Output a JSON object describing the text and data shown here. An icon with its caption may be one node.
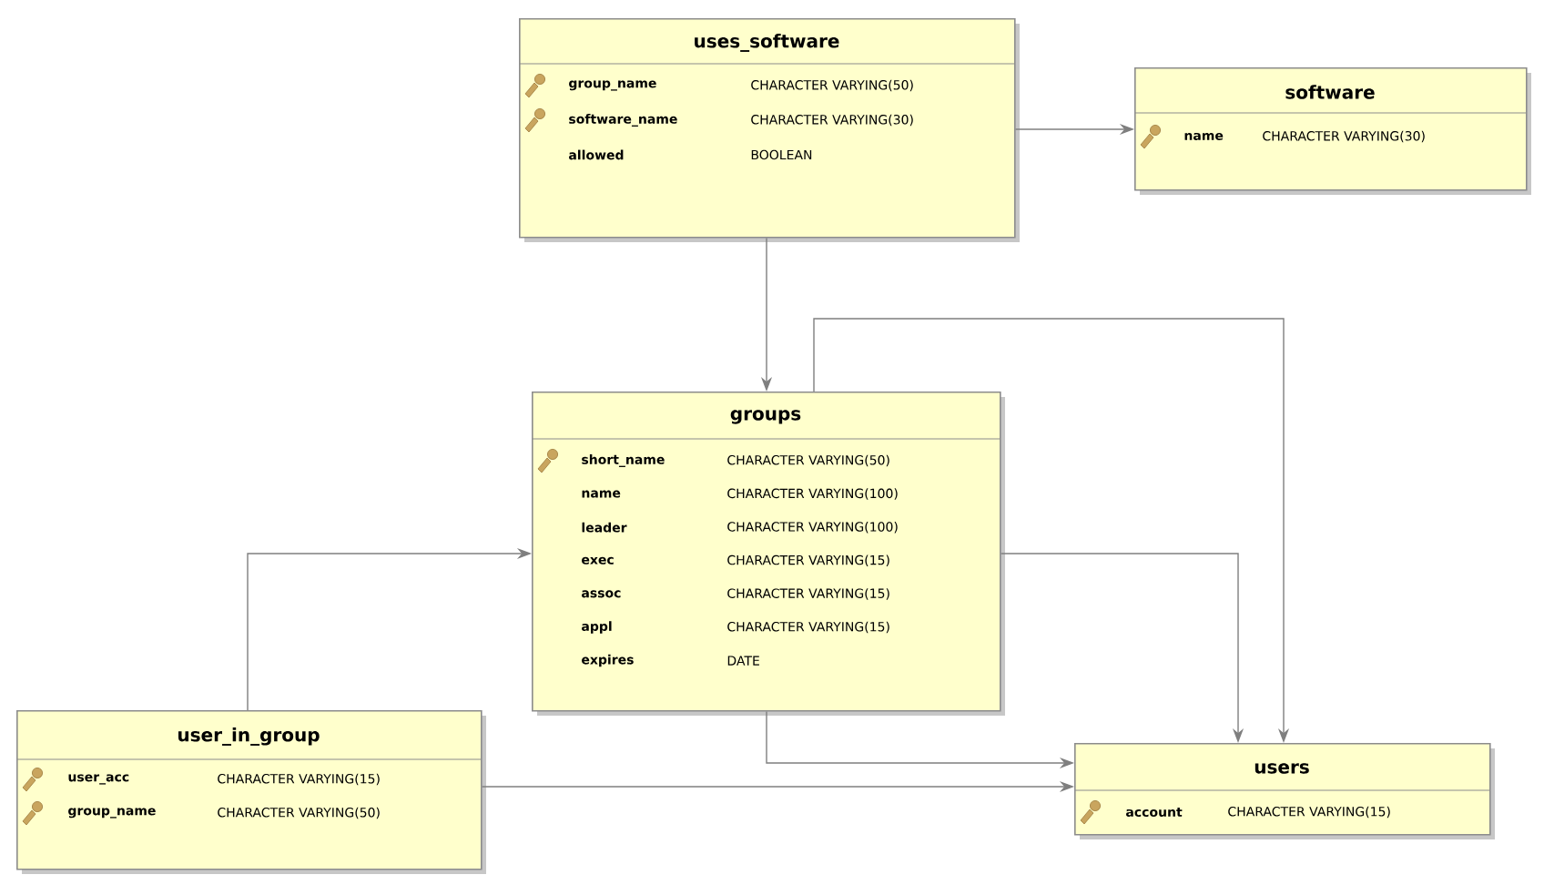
{
  "diagram": {
    "nodes": [
      {
        "text": [
          "uses_software",
          "group_name",
          "CHARACTER VARYING(50)",
          "software_name",
          "CHARACTER VARYING(30)",
          "allowed",
          "BOOLEAN"
        ]
      },
      {
        "text": [
          "software",
          "name",
          "CHARACTER VARYING(30)"
        ]
      },
      {
        "text": [
          "groups",
          "short_name",
          "CHARACTER VARYING(50)",
          "name",
          "CHARACTER VARYING(100)",
          "leader",
          "CHARACTER VARYING(100)",
          "exec",
          "CHARACTER VARYING(15)",
          "assoc",
          "CHARACTER VARYING(15)",
          "appl",
          "CHARACTER VARYING(15)",
          "expires",
          "DATE"
        ]
      },
      {
        "text": [
          "user_in_group",
          "user_acc",
          "CHARACTER VARYING(15)",
          "group_name",
          "CHARACTER VARYING(50)"
        ]
      },
      {
        "text": [
          "users",
          "account",
          "CHARACTER VARYING(15)"
        ]
      }
    ],
    "edges": [
      {
        "from": 0,
        "to": 1,
        "arrow": "to"
      },
      {
        "from": 0,
        "to": 2,
        "arrow": "to"
      },
      {
        "from": 2,
        "to": 4,
        "arrow": "to"
      },
      {
        "from": 2,
        "to": 4,
        "arrow": "to"
      },
      {
        "from": 2,
        "to": 4,
        "arrow": "to"
      },
      {
        "from": 3,
        "to": 2,
        "arrow": "to"
      },
      {
        "from": 3,
        "to": 4,
        "arrow": "to"
      }
    ]
  }
}
